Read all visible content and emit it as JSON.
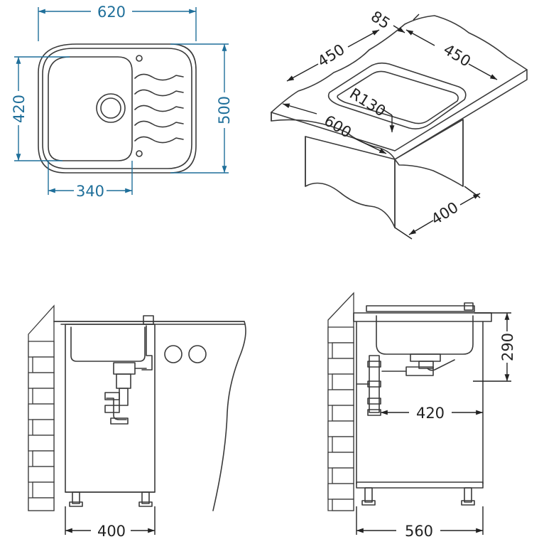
{
  "top_view": {
    "width_label": "620",
    "height_label": "500",
    "bowl_height_label": "420",
    "bowl_width_label": "340"
  },
  "perspective_view": {
    "depth_label": "85",
    "left_label": "450",
    "right_label": "450",
    "radius_label": "R130",
    "front_label": "600",
    "cabinet_label": "400"
  },
  "front_view": {
    "cabinet_label": "400"
  },
  "side_view": {
    "depth_label": "290",
    "drain_label": "420",
    "cabinet_label": "560"
  },
  "colors": {
    "dimension_blue": "#1f6f9a",
    "dimension_black": "#222222",
    "line": "#3a3a3a"
  }
}
